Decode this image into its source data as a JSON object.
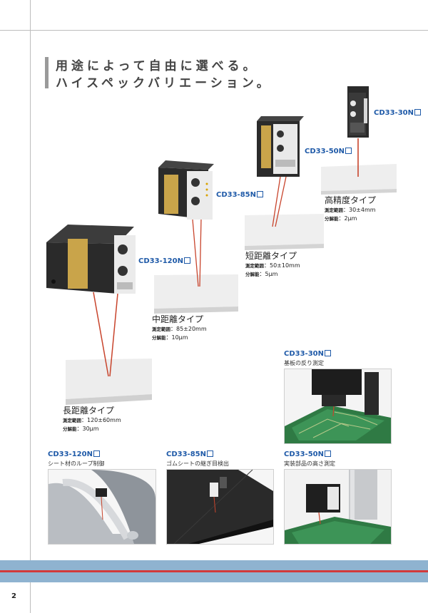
{
  "headline": {
    "line1": "用途によって自由に選べる。",
    "line2": "ハイスペックバリエーション。"
  },
  "products": [
    {
      "model": "CD33-30N",
      "type": "高精度タイプ",
      "range_label": "測定範囲",
      "range": "：30±4mm",
      "resolution_label": "分解能",
      "resolution": "：2μm"
    },
    {
      "model": "CD33-50N",
      "type": "短距離タイプ",
      "range_label": "測定範囲",
      "range": "：50±10mm",
      "resolution_label": "分解能",
      "resolution": "：5μm"
    },
    {
      "model": "CD33-85N",
      "type": "中距離タイプ",
      "range_label": "測定範囲",
      "range": "：85±20mm",
      "resolution_label": "分解能",
      "resolution": "：10μm"
    },
    {
      "model": "CD33-120N",
      "type": "長距離タイプ",
      "range_label": "測定範囲",
      "range": "：120±60mm",
      "resolution_label": "分解能",
      "resolution": "：30μm"
    }
  ],
  "applications": [
    {
      "model": "CD33-30N",
      "caption": "基板の反り測定"
    },
    {
      "model": "CD33-120N",
      "caption": "シート材のループ制御"
    },
    {
      "model": "CD33-85N",
      "caption": "ゴムシートの継ぎ目検出"
    },
    {
      "model": "CD33-50N",
      "caption": "実装部品の高さ測定"
    }
  ],
  "page_number": "2",
  "colors": {
    "model_blue": "#1f5aa8",
    "laser_red": "#c8442c",
    "band_blue": "#8fb3d0",
    "band_red": "#d23a3a"
  }
}
